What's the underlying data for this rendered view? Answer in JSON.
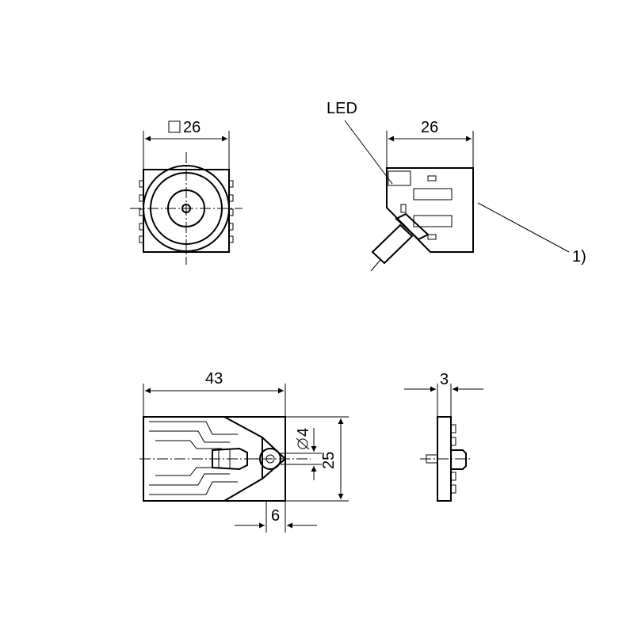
{
  "labels": {
    "front_square_size": "26",
    "side_width": "26",
    "led": "LED",
    "footnote_ref": "1)",
    "length": "43",
    "height": "25",
    "hole_diameter": "4",
    "hole_offset": "6",
    "thickness": "3"
  }
}
